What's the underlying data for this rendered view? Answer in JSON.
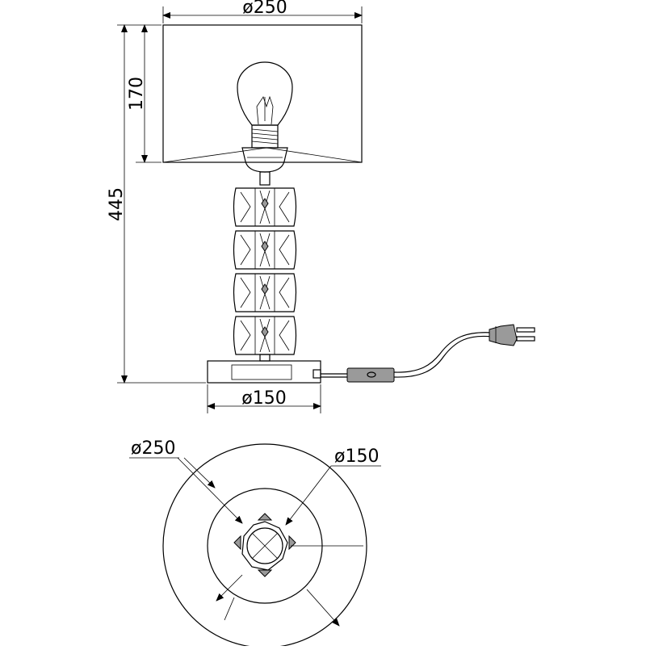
{
  "dimensions": {
    "shade_diameter": "ø250",
    "shade_height": "170",
    "total_height": "445",
    "base_diameter": "ø150",
    "plan_shade_diameter": "ø250",
    "plan_base_diameter": "ø150"
  }
}
